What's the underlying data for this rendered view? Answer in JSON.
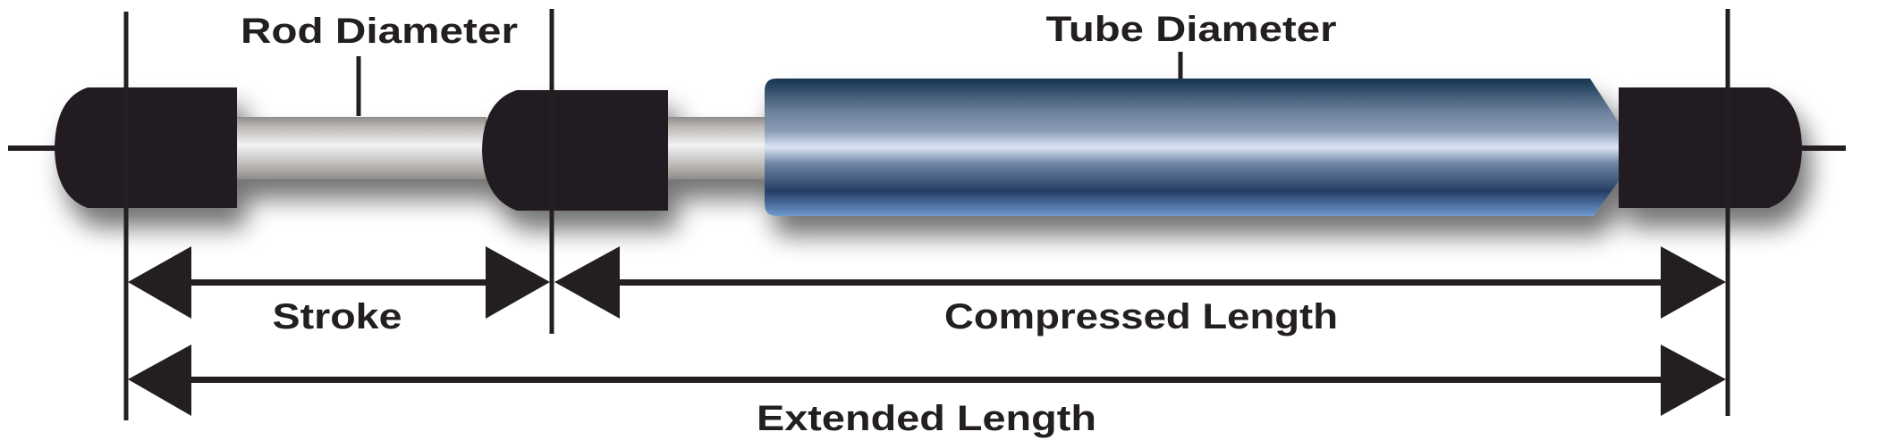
{
  "labels": {
    "rod_diameter": "Rod Diameter",
    "tube_diameter": "Tube Diameter",
    "stroke": "Stroke",
    "compressed_length": "Compressed Length",
    "extended_length": "Extended Length"
  },
  "colors": {
    "ink": "#231f20",
    "tube_dark": "#15344f",
    "tube_mid": "#8a9bb5",
    "tube_highlight": "#dbe6f5",
    "rod_light": "#e8e8e8",
    "rod_dark": "#9a9794"
  }
}
